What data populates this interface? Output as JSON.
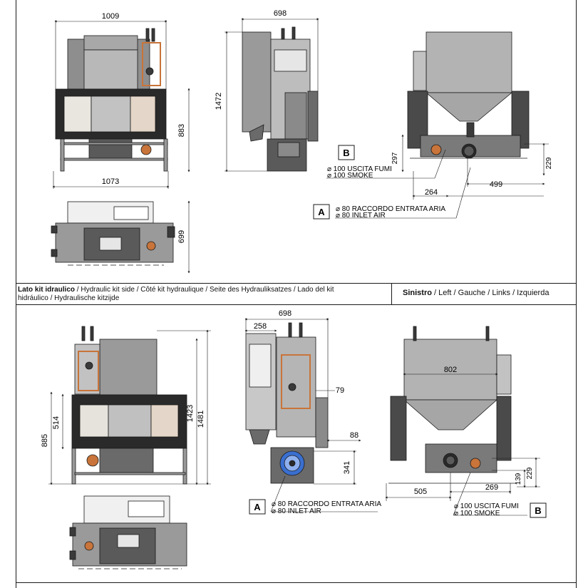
{
  "top_panel": {
    "front_dims": {
      "width_top": "1009",
      "width_bottom": "1073",
      "height_right": "883"
    },
    "side_dims": {
      "width_top": "698",
      "height_left": "1472",
      "dim_297": "297"
    },
    "rear_dims": {
      "dim_264": "264",
      "dim_499": "499",
      "dim_229": "229"
    },
    "plan_dims": {
      "height_right": "699"
    },
    "label_b": {
      "letter": "B",
      "line1": "⌀ 100 USCITA FUMI",
      "line2": "⌀ 100 SMOKE"
    },
    "label_a": {
      "letter": "A",
      "line1": "⌀ 80 RACCORDO ENTRATA ARIA",
      "line2": "⌀ 80 INLET AIR"
    }
  },
  "caption": {
    "left_bold": "Lato kit idraulico",
    "left_rest_line1": " / Hydraulic kit side / Côté kit hydraulique / Seite des Hydrauliksatzes / Lado del kit",
    "left_line2": "hidráulico / Hydraulische kitzijde",
    "right_bold": "Sinistro",
    "right_rest": " / Left / Gauche / Links / Izquierda"
  },
  "bottom_panel": {
    "front_dims": {
      "dim_885": "885",
      "dim_514": "514",
      "dim_1481": "1481",
      "dim_1423": "1423"
    },
    "side_dims": {
      "dim_698": "698",
      "dim_258": "258",
      "dim_79": "79",
      "dim_88": "88",
      "dim_341": "341"
    },
    "rear_dims": {
      "dim_802": "802",
      "dim_505": "505",
      "dim_269": "269",
      "dim_139": "139",
      "dim_229": "229"
    },
    "label_a": {
      "letter": "A",
      "line1": "⌀ 80 RACCORDO ENTRATA ARIA",
      "line2": "⌀ 80 INLET AIR"
    },
    "label_b": {
      "letter": "B",
      "line1": "⌀ 100 USCITA FUMI",
      "line2": "⌀ 100 SMOKE"
    }
  },
  "colors": {
    "outline": "#1a1a1a",
    "grey_light": "#bdbdbd",
    "grey_mid": "#8e8e8e",
    "grey_dark": "#5a5a5a",
    "glass_dark": "#2a2a2a",
    "copper": "#c8743a",
    "blue_fan": "#3a6fd0",
    "beige": "#e4d6c8"
  }
}
